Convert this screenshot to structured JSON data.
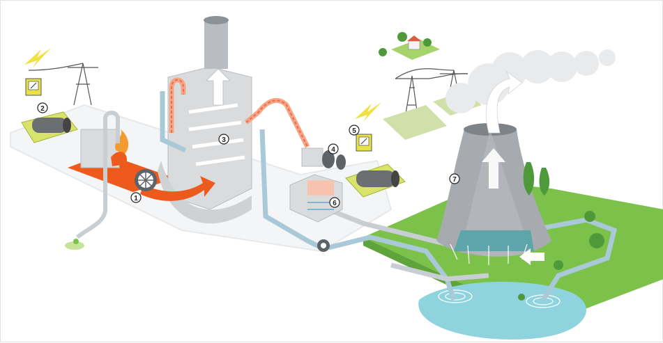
{
  "callouts": [
    {
      "id": 1,
      "label": "1"
    },
    {
      "id": 2,
      "label": "2"
    },
    {
      "id": 3,
      "label": "3"
    },
    {
      "id": 4,
      "label": "4"
    },
    {
      "id": 5,
      "label": "5"
    },
    {
      "id": 6,
      "label": "6"
    },
    {
      "id": 7,
      "label": "7"
    }
  ],
  "colors": {
    "steam_hot": "#f26b3a",
    "flame": "#ee5a1b",
    "water_cold": "#7fb6cf",
    "pipe_gray": "#c9ced2",
    "building": "#d9dbdd",
    "tower": "#a7abaf",
    "grass": "#7cc14a",
    "generator": "#d7e36a",
    "lake": "#8fd3de"
  },
  "icons": [
    "lightning-bolt-icon",
    "meter-icon",
    "house-icon",
    "tree-icon",
    "fan-icon",
    "pump-icon",
    "arrow-icon"
  ]
}
